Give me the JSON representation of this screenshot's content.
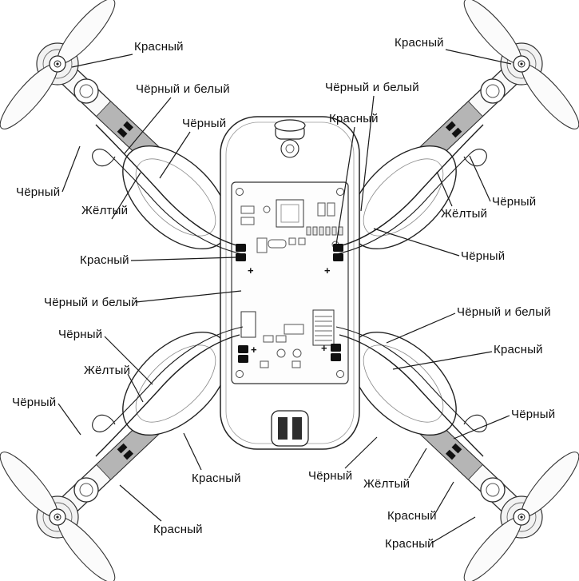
{
  "figure": {
    "plus_label": "+"
  },
  "wire_colors": {
    "red": "Красный",
    "black": "Чёрный",
    "yellow": "Жёлтый",
    "black_and_white": "Чёрный и белый"
  },
  "colors": {
    "background": "#ffffff",
    "outline": "#222222",
    "arm_shade": "#b5b5b5",
    "connector_fill": "#101010",
    "label_text": "#101010"
  },
  "labels": [
    {
      "position": "front-left-propeller",
      "text": "Красный"
    },
    {
      "position": "front-left-arm",
      "text": "Чёрный и белый"
    },
    {
      "position": "front-left-arm",
      "text": "Чёрный"
    },
    {
      "position": "front-left-arm-outer",
      "text": "Чёрный"
    },
    {
      "position": "front-left-arm",
      "text": "Жёлтый"
    },
    {
      "position": "front-left-connector",
      "text": "Красный"
    },
    {
      "position": "front-right-propeller",
      "text": "Красный"
    },
    {
      "position": "front-right-arm",
      "text": "Чёрный и белый"
    },
    {
      "position": "front-right-connector",
      "text": "Красный"
    },
    {
      "position": "front-right-arm-outer",
      "text": "Чёрный"
    },
    {
      "position": "front-right-arm",
      "text": "Жёлтый"
    },
    {
      "position": "front-right-arm",
      "text": "Чёрный"
    },
    {
      "position": "rear-left-arm",
      "text": "Чёрный и белый"
    },
    {
      "position": "rear-left-arm",
      "text": "Чёрный"
    },
    {
      "position": "rear-left-arm",
      "text": "Жёлтый"
    },
    {
      "position": "rear-left-arm-outer",
      "text": "Чёрный"
    },
    {
      "position": "rear-right-arm",
      "text": "Чёрный и белый"
    },
    {
      "position": "rear-right-connector",
      "text": "Красный"
    },
    {
      "position": "rear-right-arm",
      "text": "Чёрный"
    },
    {
      "position": "rear-left-connector",
      "text": "Красный"
    },
    {
      "position": "rear-left-propeller",
      "text": "Красный"
    },
    {
      "position": "rear-right-arm",
      "text": "Чёрный"
    },
    {
      "position": "rear-right-arm",
      "text": "Жёлтый"
    },
    {
      "position": "rear-right-connector",
      "text": "Красный"
    },
    {
      "position": "rear-right-propeller",
      "text": "Красный"
    }
  ]
}
